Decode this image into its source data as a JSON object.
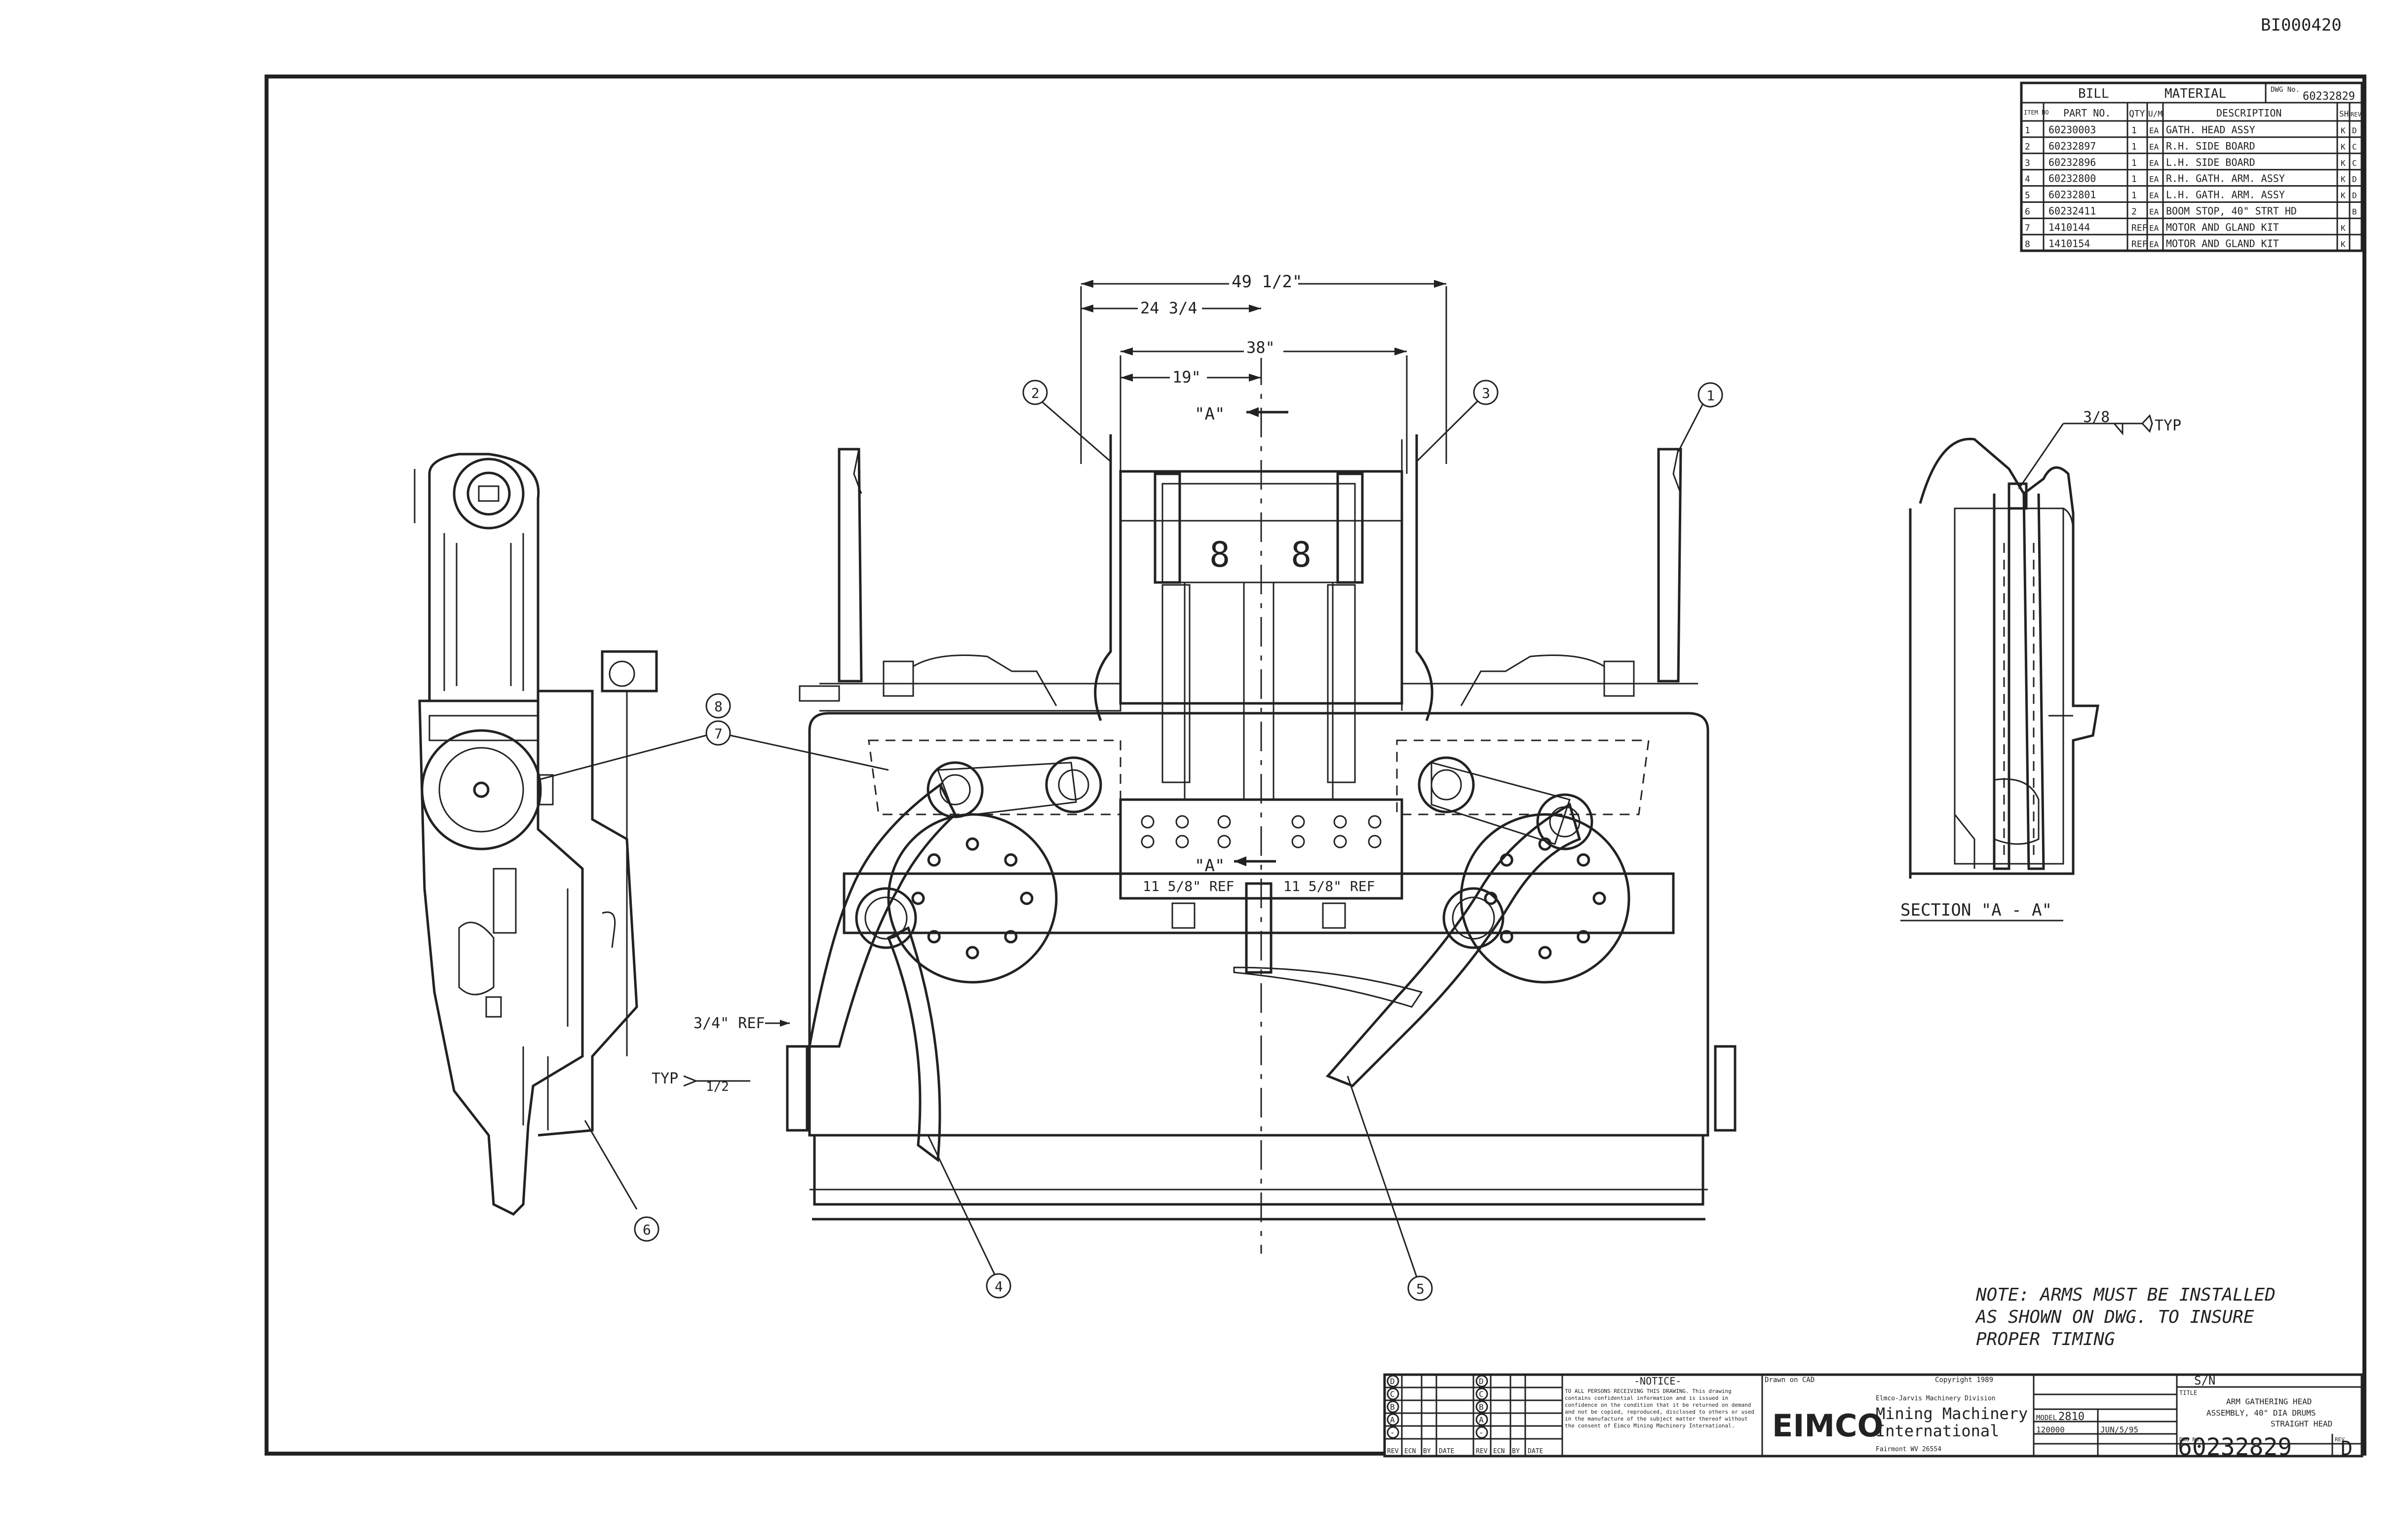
{
  "doc_id": "BI000420",
  "bom": {
    "title_left": "BILL",
    "title_right": "MATERIAL",
    "dwg_no_label": "DWG No.",
    "dwg_no": "60232829",
    "headers": [
      "ITEM NO",
      "PART NO.",
      "QTY",
      "U/M",
      "DESCRIPTION",
      "SH",
      "REV"
    ],
    "rows": [
      [
        "1",
        "60230003",
        "1",
        "EA",
        "GATH. HEAD ASSY",
        "K",
        "D"
      ],
      [
        "2",
        "60232897",
        "1",
        "EA",
        "R.H. SIDE BOARD",
        "K",
        "C"
      ],
      [
        "3",
        "60232896",
        "1",
        "EA",
        "L.H. SIDE BOARD",
        "K",
        "C"
      ],
      [
        "4",
        "60232800",
        "1",
        "EA",
        "R.H. GATH. ARM. ASSY",
        "K",
        "D"
      ],
      [
        "5",
        "60232801",
        "1",
        "EA",
        "L.H. GATH. ARM. ASSY",
        "K",
        "D"
      ],
      [
        "6",
        "60232411",
        "2",
        "EA",
        "BOOM STOP, 40\" STRT HD",
        "",
        "B"
      ],
      [
        "7",
        "1410144",
        "REF",
        "EA",
        "MOTOR AND GLAND KIT",
        "K",
        ""
      ],
      [
        "8",
        "1410154",
        "REF",
        "EA",
        "MOTOR AND GLAND KIT",
        "K",
        ""
      ]
    ]
  },
  "dimensions": {
    "overall": "49 1/2\"",
    "half": "24 3/4",
    "inner": "38\"",
    "half_inner": "19\"",
    "ref_left": "11 5/8\" REF",
    "ref_right": "11 5/8\" REF",
    "side_ref": "3/4\" REF",
    "typ_left": "TYP",
    "weld_left": "1/2",
    "weld_right": "3/8",
    "typ_right": "TYP"
  },
  "section_marks": {
    "top": "\"A\"",
    "mid": "\"A\""
  },
  "section_label": "SECTION \"A - A\"",
  "balloons": [
    "1",
    "2",
    "3",
    "4",
    "5",
    "6",
    "7",
    "8"
  ],
  "note": {
    "line1": "NOTE: ARMS MUST BE INSTALLED",
    "line2": "AS SHOWN ON DWG. TO INSURE",
    "line3": "PROPER TIMING"
  },
  "title_block": {
    "revs": [
      "D",
      "C",
      "B",
      "A",
      "-"
    ],
    "rev_headers": [
      "REV",
      "ECN",
      "BY",
      "DATE"
    ],
    "notice_title": "-NOTICE-",
    "notice_text": "TO ALL PERSONS RECEIVING THIS DRAWING. This drawing contains confidential information and is issued in confidence on the condition that it be returned on demand and not be copied, reproduced, disclosed to others or used in the manufacture of the subject matter thereof without the consent of Eimco Mining Machinery International.",
    "drawn_on": "Drawn on CAD",
    "copyright": "Copyright 1989",
    "logo": "EIMCO",
    "division": "Elmco-Jarvis Machinery Division",
    "company_line1": "Mining Machinery",
    "company_line2": "International",
    "address": "Fairmont WV 26554",
    "model_label": "MODEL",
    "model": "2810",
    "s_n": "S/N",
    "title_label": "TITLE",
    "title_line1": "ARM GATHERING HEAD",
    "title_line2": "ASSEMBLY, 40\" DIA DRUMS",
    "title_line3": "STRAIGHT HEAD",
    "dwg_no_label": "DWG No.",
    "dwg_no": "60232829",
    "rev_label": "REV",
    "rev": "D",
    "date": "JUN/5/95",
    "prefix": "120000"
  }
}
